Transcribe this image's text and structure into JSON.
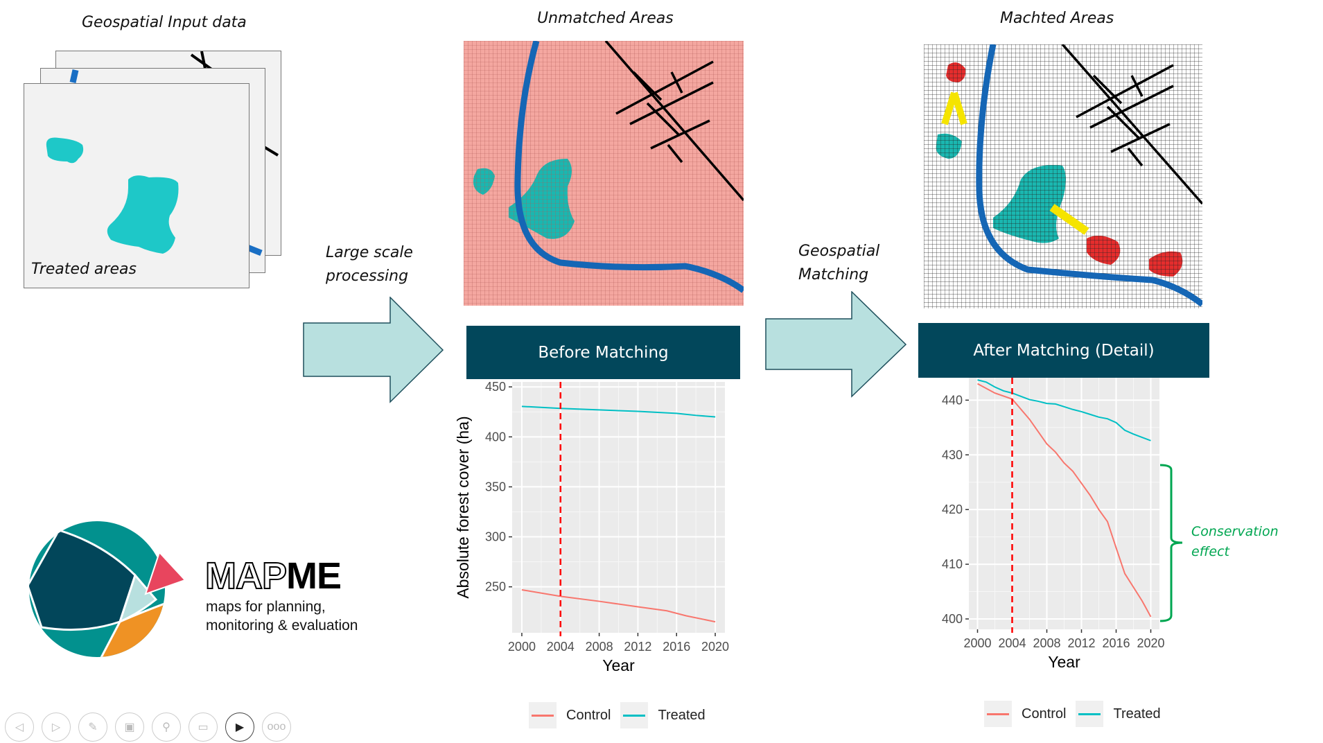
{
  "titles": {
    "input": "Geospatial Input data",
    "unmatched": "Unmatched Areas",
    "matched": "Machted Areas",
    "treated_areas": "Treated areas"
  },
  "steps": {
    "processing_line1": "Large scale",
    "processing_line2": "processing",
    "matching_line1": "Geospatial",
    "matching_line2": "Matching"
  },
  "banners": {
    "before": "Before Matching",
    "after": "After Matching (Detail)"
  },
  "annotation": {
    "line1": "Conservation",
    "line2": "effect"
  },
  "logo": {
    "name_outline": "MAP",
    "name_bold": "ME",
    "tagline1": "maps for planning,",
    "tagline2": "monitoring & evaluation"
  },
  "toolbar": {
    "items": [
      {
        "name": "previous-slide-button",
        "icon": "◁"
      },
      {
        "name": "next-slide-button",
        "icon": "▷"
      },
      {
        "name": "pen-button",
        "icon": "✎"
      },
      {
        "name": "slides-overview-button",
        "icon": "▣"
      },
      {
        "name": "zoom-button",
        "icon": "⚲"
      },
      {
        "name": "subtitles-button",
        "icon": "▭"
      },
      {
        "name": "camera-button",
        "icon": "▶"
      },
      {
        "name": "more-options-button",
        "icon": "ooo"
      }
    ]
  },
  "colors": {
    "control": "#f8766d",
    "treated": "#00bfc4",
    "banner": "#02475b",
    "arrow": "#b8e0df",
    "effect": "#00a651"
  },
  "chart_data": [
    {
      "type": "line",
      "title": "Before Matching",
      "xlabel": "Year",
      "ylabel": "Absolute forest cover (ha)",
      "xlim": [
        1999,
        2021
      ],
      "ylim": [
        204,
        455
      ],
      "xticks": [
        2000,
        2004,
        2008,
        2012,
        2016,
        2020
      ],
      "yticks": [
        250,
        300,
        350,
        400,
        450
      ],
      "vline": 2004,
      "legend_position": "bottom",
      "legend": [
        "Control",
        "Treated"
      ],
      "series": [
        {
          "name": "Control",
          "x": [
            2000,
            2004,
            2008,
            2012,
            2015,
            2017,
            2020
          ],
          "values": [
            247,
            240.5,
            235.5,
            230,
            226,
            221,
            215
          ]
        },
        {
          "name": "Treated",
          "x": [
            2000,
            2004,
            2008,
            2012,
            2016,
            2018,
            2020
          ],
          "values": [
            430.5,
            428.5,
            427,
            425.5,
            423.5,
            421.5,
            420
          ]
        }
      ]
    },
    {
      "type": "line",
      "title": "After Matching (Detail)",
      "xlabel": "Year",
      "ylabel": "",
      "xlim": [
        1999,
        2021
      ],
      "ylim": [
        398.1,
        444.1
      ],
      "xticks": [
        2000,
        2004,
        2008,
        2012,
        2016,
        2020
      ],
      "yticks": [
        400,
        410,
        420,
        430,
        440
      ],
      "vline": 2004,
      "legend_position": "bottom",
      "legend": [
        "Control",
        "Treated"
      ],
      "series": [
        {
          "name": "Control",
          "x": [
            2000,
            2002,
            2004,
            2006,
            2008,
            2009,
            2010,
            2011,
            2012,
            2013,
            2014,
            2015,
            2016,
            2017,
            2018,
            2019,
            2020
          ],
          "values": [
            443,
            441.3,
            440.2,
            436.5,
            432,
            430.5,
            428.5,
            427,
            424.8,
            422.6,
            420,
            417.8,
            413,
            408.3,
            405.8,
            403.3,
            400.4
          ]
        },
        {
          "name": "Treated",
          "x": [
            2000,
            2001,
            2002,
            2003,
            2004,
            2005,
            2006,
            2007,
            2008,
            2009,
            2010,
            2011,
            2012,
            2013,
            2014,
            2015,
            2016,
            2017,
            2018,
            2019,
            2020
          ],
          "values": [
            443.7,
            443.3,
            442.4,
            441.7,
            441.3,
            440.7,
            440.1,
            439.8,
            439.4,
            439.3,
            438.8,
            438.3,
            437.9,
            437.4,
            436.9,
            436.6,
            435.9,
            434.5,
            433.8,
            433.2,
            432.6
          ]
        }
      ]
    }
  ]
}
